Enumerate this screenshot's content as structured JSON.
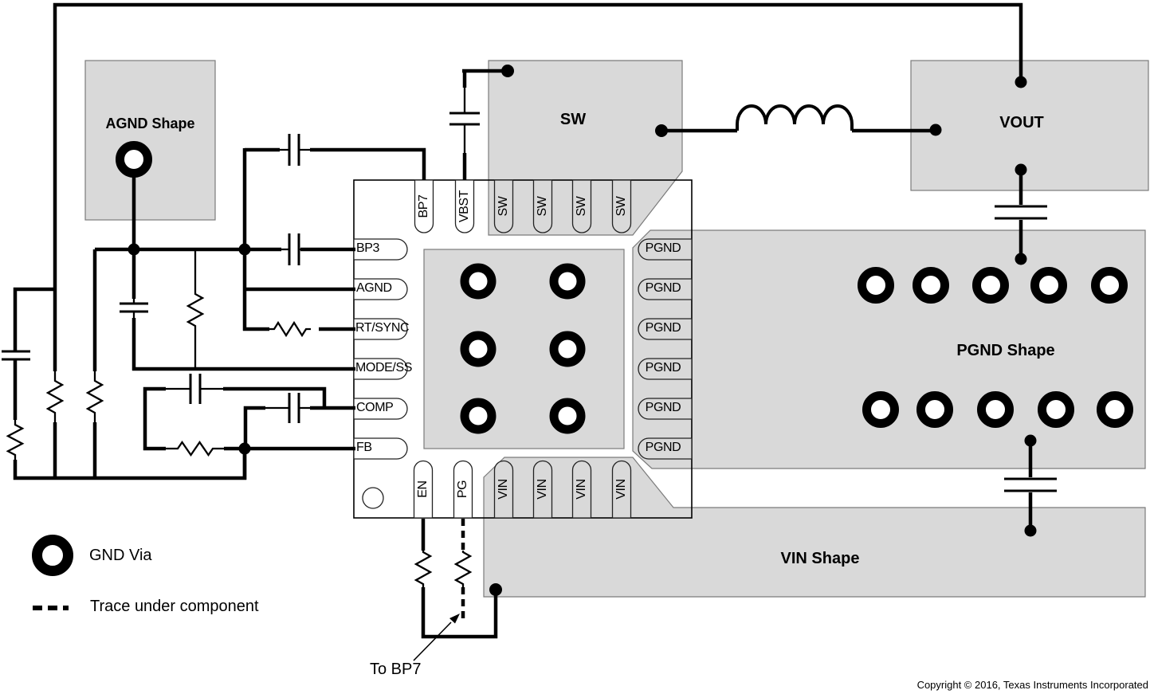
{
  "shapes": {
    "agnd": "AGND Shape",
    "sw": "SW",
    "vout": "VOUT",
    "pgnd": "PGND Shape",
    "vin": "VIN Shape"
  },
  "ic": {
    "left_pins": [
      "BP3",
      "AGND",
      "RT/SYNC",
      "MODE/SS",
      "COMP",
      "FB"
    ],
    "top_pins": [
      "BP7",
      "VBST",
      "SW",
      "SW",
      "SW",
      "SW"
    ],
    "right_pins": [
      "PGND",
      "PGND",
      "PGND",
      "PGND",
      "PGND",
      "PGND"
    ],
    "bottom_pins": [
      "EN",
      "PG",
      "VIN",
      "VIN",
      "VIN",
      "VIN"
    ]
  },
  "legend": {
    "gnd_via": "GND Via",
    "trace_under_component": "Trace under component"
  },
  "annotation": {
    "to_bp7": "To BP7"
  },
  "footer": {
    "copyright": "Copyright © 2016, Texas Instruments Incorporated"
  },
  "icons": {
    "gnd_via_symbol": "black ring (plated via)",
    "trace_under_symbol": "thick dashed line"
  },
  "colors": {
    "copper_fill": "#d9d9d9",
    "shape_outline": "#7b7b7b",
    "trace": "#000000",
    "background": "#ffffff"
  }
}
